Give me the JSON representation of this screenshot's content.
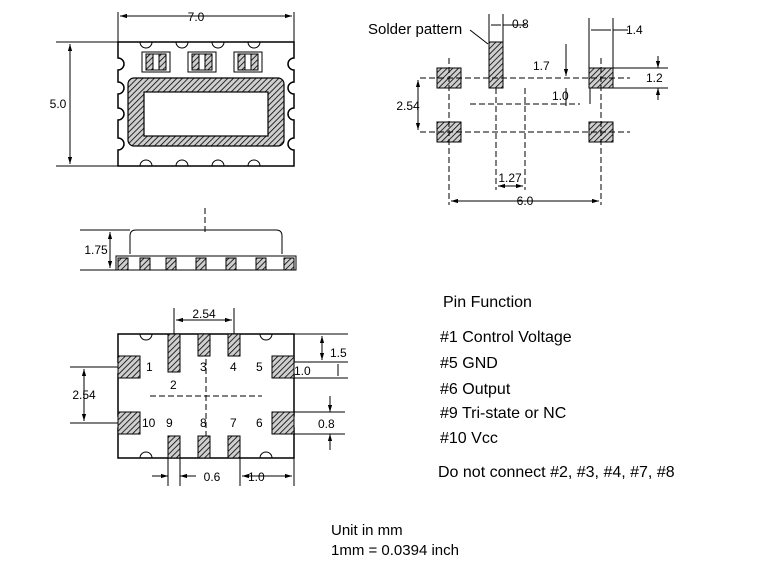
{
  "top_view": {
    "width_dim": "7.0",
    "height_dim": "5.0"
  },
  "side_view": {
    "height_dim": "1.75"
  },
  "solder_pattern": {
    "title": "Solder pattern",
    "dim_0_8": "0.8",
    "dim_1_4": "1.4",
    "dim_1_7": "1.7",
    "dim_1_2": "1.2",
    "dim_2_54": "2.54",
    "dim_1_0": "1.0",
    "dim_1_27": "1.27",
    "dim_6_0": "6.0"
  },
  "bottom_view": {
    "dim_2_54_top": "2.54",
    "dim_1_5": "1.5",
    "dim_1_0_side": "1.0",
    "dim_2_54_left": "2.54",
    "dim_0_8": "0.8",
    "dim_0_6": "0.6",
    "dim_1_0_bottom": "1.0",
    "pins": [
      "1",
      "2",
      "3",
      "4",
      "5",
      "6",
      "7",
      "8",
      "9",
      "10"
    ]
  },
  "pin_function": {
    "title": "Pin Function",
    "lines": [
      "#1 Control Voltage",
      "#5 GND",
      "#6 Output",
      "#9 Tri-state or NC",
      "#10 Vcc"
    ],
    "note": "Do not connect #2, #3, #4, #7, #8"
  },
  "units": {
    "line1": "Unit in mm",
    "line2": "1mm = 0.0394 inch"
  }
}
